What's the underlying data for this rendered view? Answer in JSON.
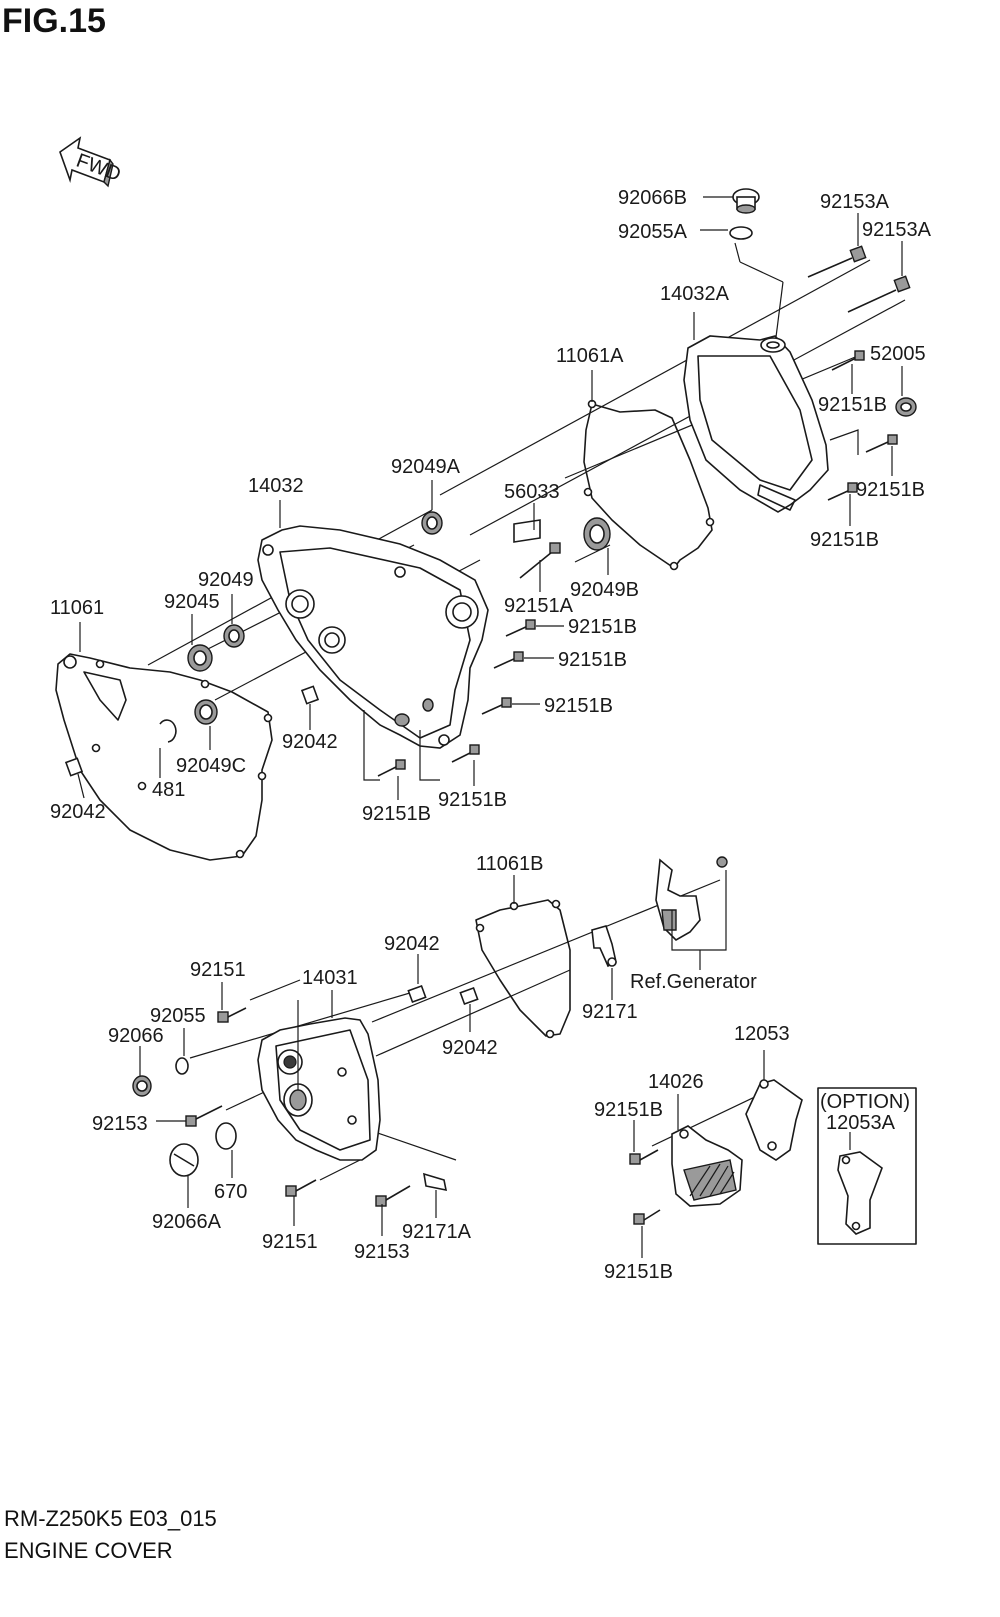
{
  "figure": {
    "title": "FIG.15",
    "fwd_label": "FWD"
  },
  "footer": {
    "model_code": "RM-Z250K5 E03_015",
    "section_name": "ENGINE COVER"
  },
  "option_box": {
    "heading": "(OPTION)",
    "part": "12053A"
  },
  "labels": {
    "p92066B": "92066B",
    "p92055A": "92055A",
    "p92153A_1": "92153A",
    "p92153A_2": "92153A",
    "p14032A": "14032A",
    "p11061A": "11061A",
    "p52005": "52005",
    "p92151B_a": "92151B",
    "p92151B_b": "92151B",
    "p92151B_c": "92151B",
    "p92049A": "92049A",
    "p56033": "56033",
    "p14032": "14032",
    "p92049B": "92049B",
    "p92151A": "92151A",
    "p92049": "92049",
    "p92045": "92045",
    "p11061": "11061",
    "p92151B_d": "92151B",
    "p92151B_e": "92151B",
    "p92151B_f": "92151B",
    "p92042_a": "92042",
    "p92049C": "92049C",
    "p481": "481",
    "p92042_b": "92042",
    "p92151B_g": "92151B",
    "p92151B_h": "92151B",
    "p11061B": "11061B",
    "p92042_c": "92042",
    "p92151_a": "92151",
    "p14031": "14031",
    "p92055": "92055",
    "p92066": "92066",
    "p92171": "92171",
    "p92042_d": "92042",
    "ref_generator": "Ref.Generator",
    "p12053": "12053",
    "p14026": "14026",
    "p92151B_i": "92151B",
    "p92153_a": "92153",
    "p670": "670",
    "p92066A": "92066A",
    "p92151_b": "92151",
    "p92153_b": "92153",
    "p92171A": "92171A",
    "p92151B_j": "92151B"
  }
}
